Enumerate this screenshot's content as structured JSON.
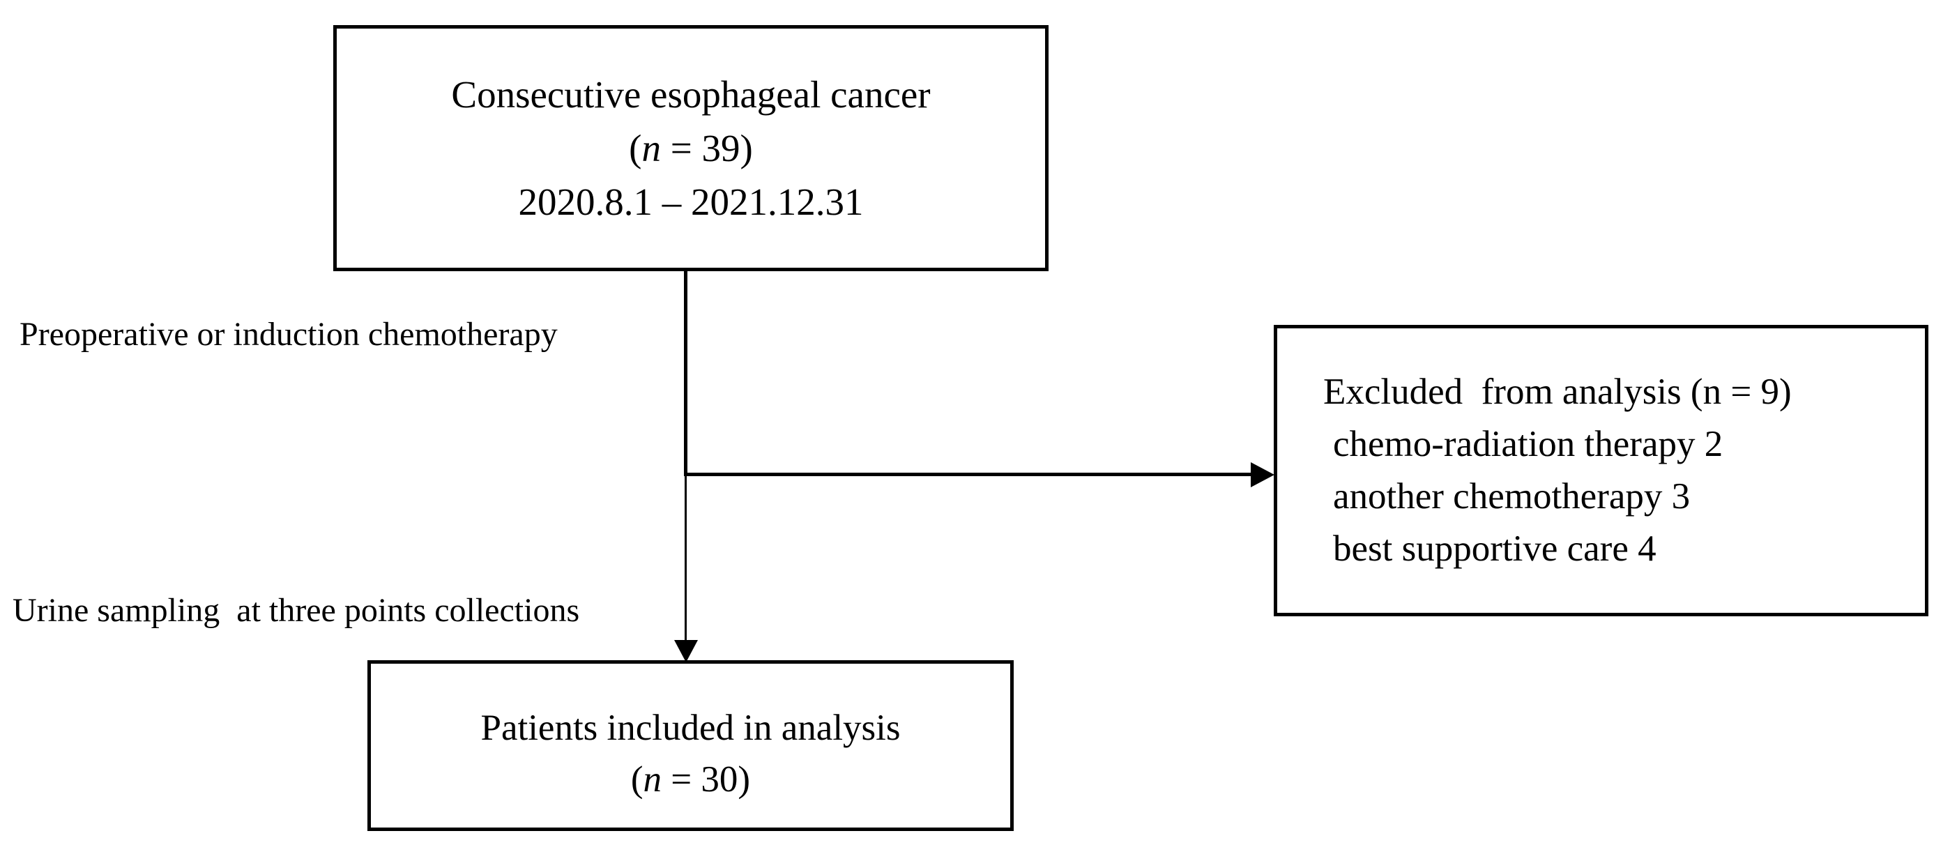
{
  "diagram": {
    "type": "patient-flow-diagram",
    "background_color": "#ffffff",
    "line_color": "#000000",
    "text_color": "#000000"
  },
  "enrollment_box": {
    "line1": "Consecutive esophageal cancer",
    "count_open": "(",
    "count_var": "n",
    "count_rest": " = 39)",
    "date_range": "2020.8.1 – 2021.12.31"
  },
  "labels": {
    "upper": "Preoperative or induction chemotherapy",
    "lower": "Urine sampling  at three points collections"
  },
  "excluded_box": {
    "title": "Excluded  from analysis (n = 9)",
    "items": [
      "chemo-radiation therapy 2",
      "another chemotherapy 3",
      "best supportive care 4"
    ]
  },
  "included_box": {
    "line1": "Patients included in analysis",
    "count_open": "(",
    "count_var": "n",
    "count_rest": " = 30)"
  }
}
